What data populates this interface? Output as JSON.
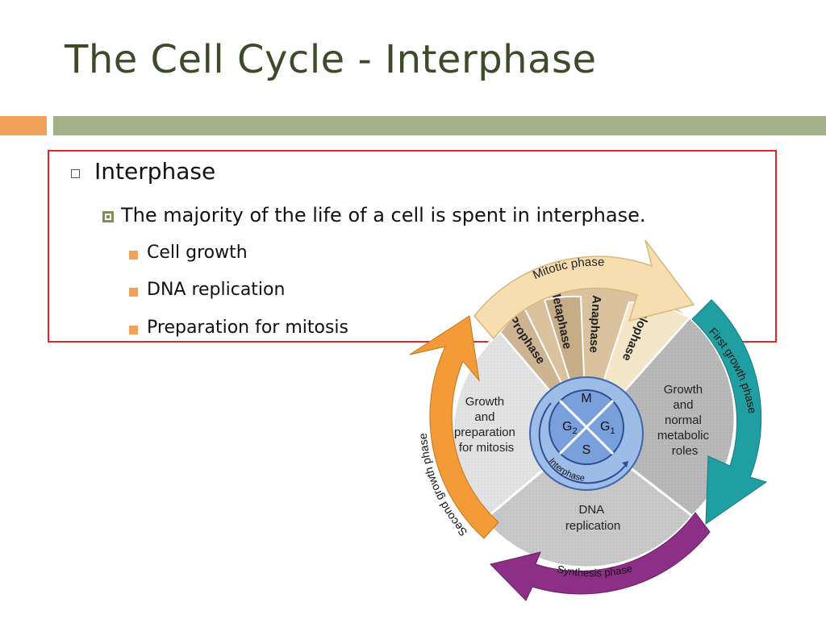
{
  "slide": {
    "title": "The Cell Cycle - Interphase"
  },
  "bullets": {
    "level1": "Interphase",
    "level2": "The majority of the life of a cell is spent in interphase.",
    "level3": [
      "Cell growth",
      "DNA replication",
      "Preparation for mitosis"
    ]
  },
  "diagram": {
    "mitotic_phase": "Mitotic phase",
    "mitosis_stages": [
      "Prophase",
      "Metaphase",
      "Anaphase",
      "Telophase"
    ],
    "first_growth_phase": "First growth phase",
    "synthesis_phase": "Synthesis phase",
    "second_growth_phase": "Second growth phase",
    "g1_sector": [
      "Growth",
      "and",
      "normal",
      "metabolic",
      "roles"
    ],
    "s_sector": [
      "DNA",
      "replication"
    ],
    "g2_sector": [
      "Growth",
      "and",
      "preparation",
      "for mitosis"
    ],
    "center": {
      "m": "M",
      "g1": "G",
      "g1_sub": "1",
      "s": "S",
      "g2": "G",
      "g2_sub": "2",
      "ring_label": "Interphase"
    }
  },
  "colors": {
    "title": "#3e4a2a",
    "accent_orange": "#f2a15a",
    "accent_green": "#a3b08a",
    "box_border": "#e0262b",
    "mitotic_arrow": "#f7deb0",
    "first_growth_arrow": "#1f9fa2",
    "synthesis_arrow": "#8d2f86",
    "second_growth_arrow": "#f39b38",
    "center_blue": "#7aa0dc"
  }
}
